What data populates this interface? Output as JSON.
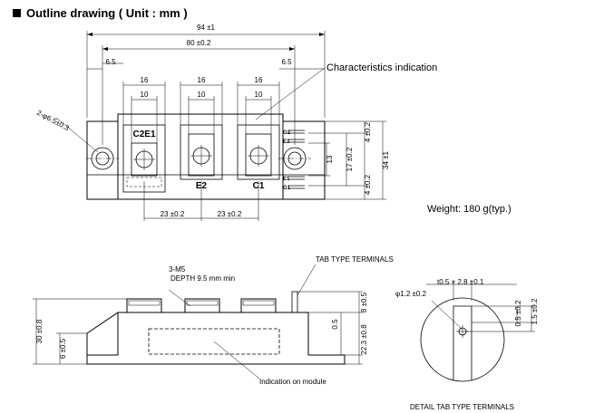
{
  "title": "Outline drawing ( Unit : mm )",
  "notes": {
    "characteristics": "Characteristics indication",
    "weight": "Weight: 180 g(typ.)",
    "tab_terminals": "TAB TYPE TERMINALS",
    "indication_module": "Indication on module",
    "detail_title": "DETAIL TAB TYPE TERMINALS",
    "screw": "3-M5",
    "depth": "DEPTH 9.5 mm min"
  },
  "terminals": {
    "c2e1": "C2E1",
    "e2": "E2",
    "c1": "C1"
  },
  "pins": {
    "g2": "G2",
    "e2": "E2",
    "e1": "E1",
    "g1": "G1"
  },
  "dims": {
    "overall_width": "94 ±1",
    "hole_pitch": "80 ±0.2",
    "left_offset": "6.5",
    "right_offset": "6.5",
    "term_w1": "16",
    "term_w2": "16",
    "term_w3": "16",
    "term_i1": "10",
    "term_i2": "10",
    "term_i3": "10",
    "hole_dia": "2-φ6.5±0.3",
    "pitch1": "23 ±0.2",
    "pitch2": "23 ±0.2",
    "height": "34 ±1",
    "inner_h": "17 ±0.2",
    "hole_h": "13",
    "pin_top": "4 ±0.2",
    "pin_bot": "4 ±0.2",
    "side_h": "30 ±0.8",
    "base_h": "6 ±0.5",
    "tab_h": "8 ±0.5",
    "tab_gap": "0.5",
    "body_h": "22.3 ±0.8",
    "tab_size": "t0.5 × 2.8 ±0.1",
    "tab_hole": "φ1.2 ±0.2",
    "d_05": "0.5 ±0.2",
    "d_15": "1.5 ±0.2"
  }
}
